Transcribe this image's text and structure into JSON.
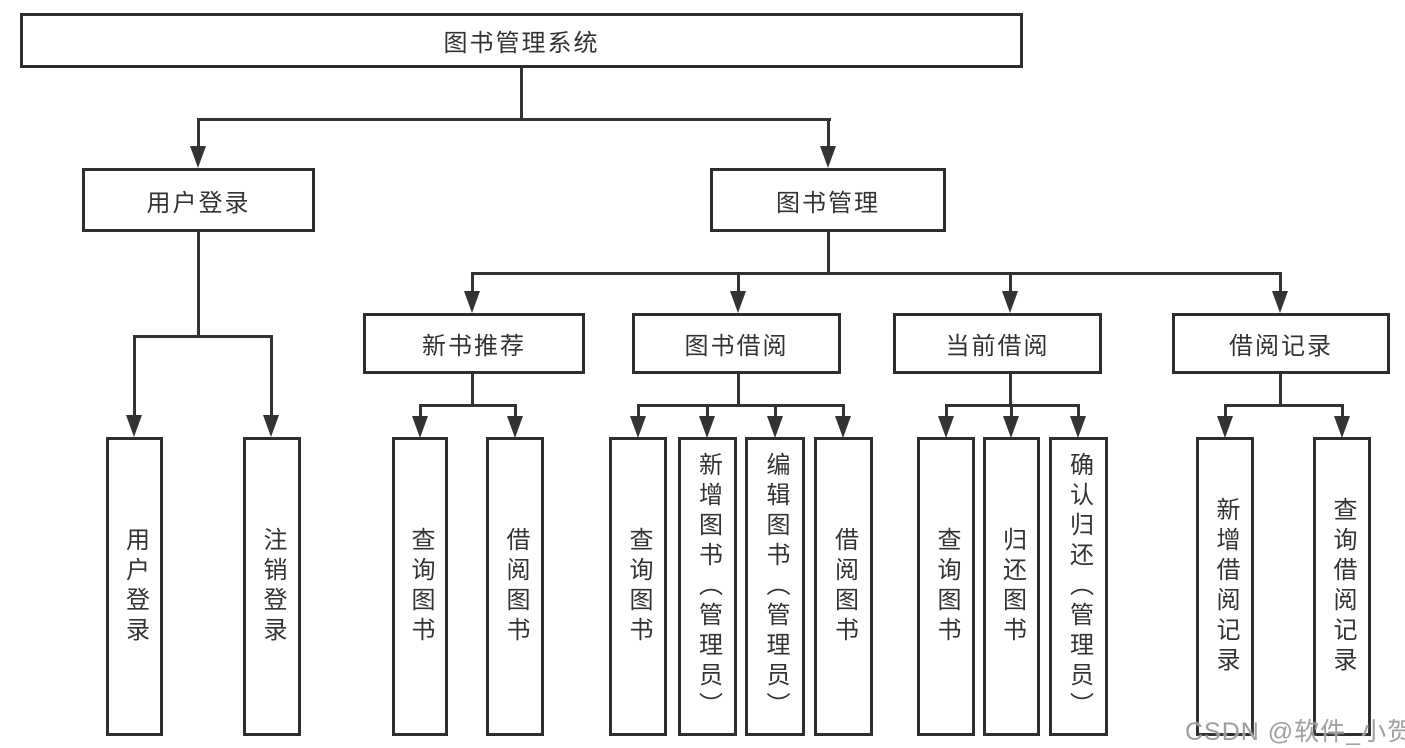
{
  "tree": {
    "label": "图书管理系统",
    "children": [
      {
        "label": "用户登录",
        "children": [
          {
            "label": "用户登录"
          },
          {
            "label": "注销登录"
          }
        ]
      },
      {
        "label": "图书管理",
        "children": [
          {
            "label": "新书推荐",
            "children": [
              {
                "label": "查询图书"
              },
              {
                "label": "借阅图书"
              }
            ]
          },
          {
            "label": "图书借阅",
            "children": [
              {
                "label": "查询图书"
              },
              {
                "label": "新增图书（管理员）"
              },
              {
                "label": "编辑图书（管理员）"
              },
              {
                "label": "借阅图书"
              }
            ]
          },
          {
            "label": "当前借阅",
            "children": [
              {
                "label": "查询图书"
              },
              {
                "label": "归还图书"
              },
              {
                "label": "确认归还（管理员）"
              }
            ]
          },
          {
            "label": "借阅记录",
            "children": [
              {
                "label": "新增借阅记录"
              },
              {
                "label": "查询借阅记录"
              }
            ]
          }
        ]
      }
    ]
  },
  "watermark": "CSDN @软件_小贺同学",
  "colors": {
    "line": "#333333",
    "text": "#333333",
    "watermark": "#9f9f9f"
  }
}
